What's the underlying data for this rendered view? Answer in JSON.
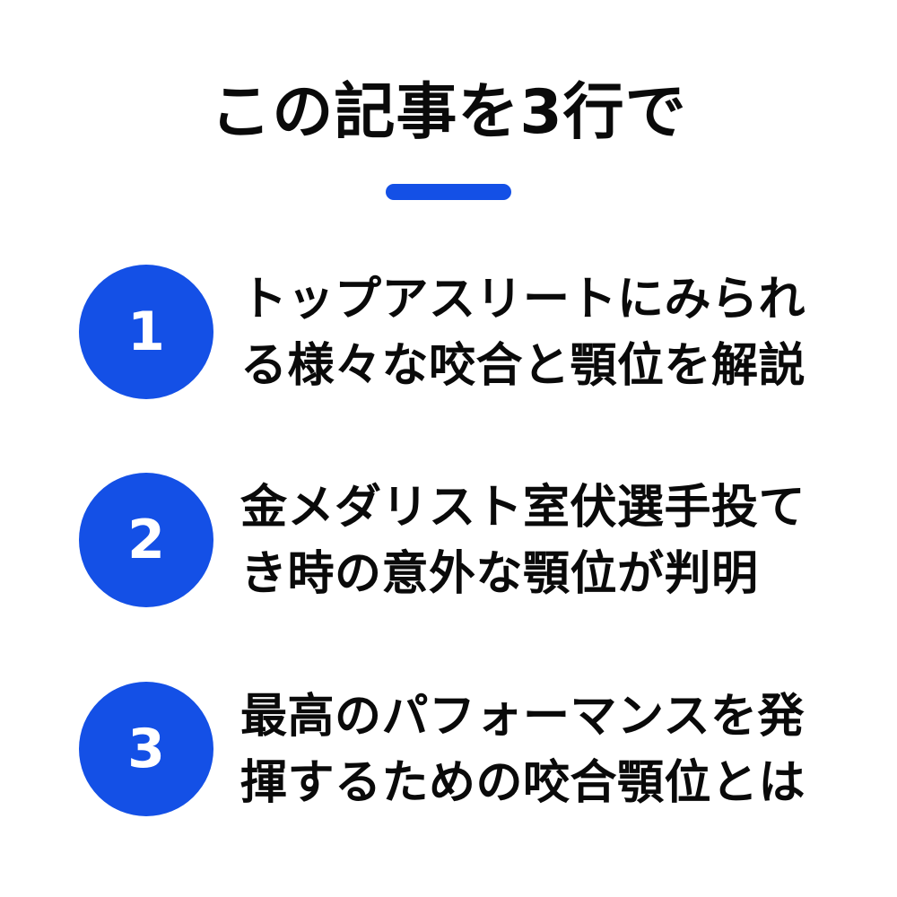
{
  "header": {
    "title": "この記事を3行で"
  },
  "colors": {
    "accent": "#1450e6",
    "text": "#0a0a0a",
    "background": "#ffffff"
  },
  "points": [
    {
      "number": "1",
      "lines": [
        "トップアスリートにみられ",
        "る様々な咬合と顎位を解説"
      ]
    },
    {
      "number": "2",
      "lines": [
        "金メダリスト室伏選手投て",
        "き時の意外な顎位が判明"
      ]
    },
    {
      "number": "3",
      "lines": [
        "最高のパフォーマンスを発",
        "揮するための咬合顎位とは"
      ]
    }
  ]
}
